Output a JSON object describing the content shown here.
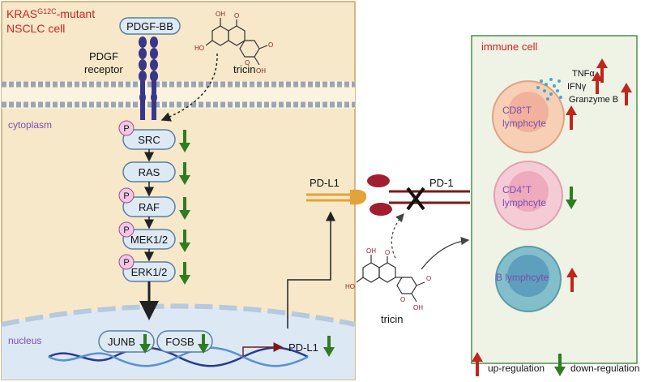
{
  "cell_title": {
    "line1_pre": "KRAS",
    "line1_sup": "G12C",
    "line1_post": "-mutant",
    "line2": "NSCLC cell"
  },
  "ligand": "PDGF-BB",
  "receptor": {
    "line1": "PDGF",
    "line2": "receptor"
  },
  "compound_label": "tricin",
  "compartments": {
    "cytoplasm": "cytoplasm",
    "nucleus": "nucleus",
    "immune_cell": "immune cell"
  },
  "phospho_label": "P",
  "cascade": [
    "SRC",
    "RAS",
    "RAF",
    "MEK1/2",
    "ERK1/2"
  ],
  "genes": [
    "JUNB",
    "FOSB"
  ],
  "pdl1_gene": "PD-L1",
  "checkpoint": {
    "ligand": "PD-L1",
    "receptor": "PD-1"
  },
  "cytokines": [
    "TNFα",
    "IFNγ",
    "Granzyme B"
  ],
  "immune_cells": {
    "cd8": {
      "pre": "CD8",
      "sup": "+",
      "post": "T",
      "line2": "lymphcyte"
    },
    "cd4": {
      "pre": "CD4",
      "sup": "+",
      "post": "T",
      "line2": "lymphcyte"
    },
    "b": "B lymphcyte"
  },
  "legend": {
    "up": "up-regulation",
    "down": "down-regulation"
  },
  "colors": {
    "cell_bg": "#f6e8c8",
    "immune_bg": "#eef3e6",
    "immune_border": "#4f8f4f",
    "up": "#c0261b",
    "down": "#2e7d22",
    "title_red": "#cc2222",
    "purple": "#7a4fb0",
    "receptor": "#39378a",
    "node": "#dde9f3",
    "node_border": "#5b7fa3"
  }
}
